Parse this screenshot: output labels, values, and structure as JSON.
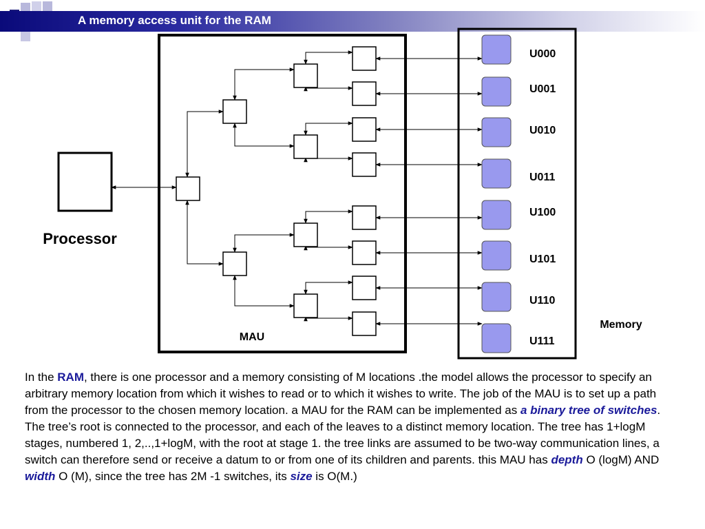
{
  "slide": {
    "title": "A memory access unit for the RAM"
  },
  "diagram": {
    "processor_label": "Processor",
    "mau_label": "MAU",
    "memory_label": "Memory",
    "memory_cells": [
      "U000",
      "U001",
      "U010",
      "U011",
      "U100",
      "U101",
      "U110",
      "U111"
    ],
    "colors": {
      "memory_cell_fill": "#9999ee",
      "title_bar_start": "#0a0a7a",
      "deco_square": "#1a1a7a",
      "deco_square_light": "#a0a0d0",
      "highlight_text": "#1a1a9a"
    }
  },
  "body": {
    "p1": "In the ",
    "ram": "RAM",
    "p2": ", there is one processor and a memory consisting of M locations .the model allows the processor to specify an arbitrary memory location from which it wishes to read or to which it wishes to write. The job of the MAU is to set up a path from the processor to the chosen memory location.  a MAU for the RAM can be implemented as ",
    "binary_tree": "a binary tree of switches",
    "p3": ". The tree’s root is connected to the processor, and each of the leaves to a distinct memory location. The tree has 1+logM stages, numbered 1, 2,..,1+logM, with the root at stage 1.  the tree links are assumed to be two-way communication lines, a switch can therefore send or receive a datum to or from one of its children and parents. this MAU has ",
    "depth": "depth",
    "p4": " O (logM) AND ",
    "width": "width",
    "p5": " O (M), since the tree has 2M -1 switches, its ",
    "size": "size",
    "p6": " is O(M.)"
  }
}
